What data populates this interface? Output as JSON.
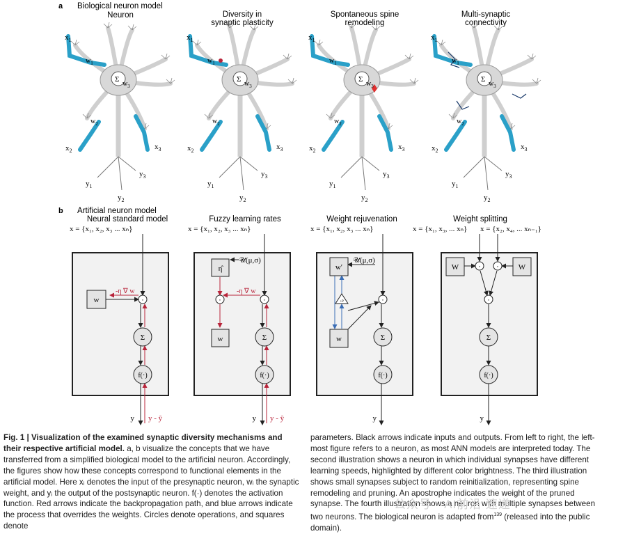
{
  "panel_a": {
    "letter": "a",
    "heading": "Biological neuron model",
    "titles": [
      [
        "Neuron"
      ],
      [
        "Diversity in",
        "synaptic plasticity"
      ],
      [
        "Spontaneous spine",
        "remodeling"
      ],
      [
        "Multi-synaptic",
        "connectivity"
      ]
    ],
    "sum": "Σ",
    "inputs": [
      "x",
      "1",
      "x",
      "2",
      "x",
      "3"
    ],
    "outputs": [
      "y",
      "1",
      "y",
      "2",
      "y",
      "3"
    ],
    "weights": [
      "w",
      "1",
      "w",
      "2",
      "w",
      "3"
    ]
  },
  "panel_b": {
    "letter": "b",
    "heading": "Artificial neuron model",
    "titles": [
      "Neural standard model",
      "Fuzzy learning rates",
      "Weight rejuvenation",
      "Weight splitting"
    ],
    "input_set": "x = {x₁, x₂, x₃ ... xₙ}",
    "input_odd": "x = {x₁, x₃, ... xₙ}",
    "input_even": "x = {x₂, x₄, ... xₙ₋₁}",
    "w": "w",
    "W": "W",
    "w_prime": "w′",
    "eta_hat": "η̂",
    "gradient": "-η ∇ w",
    "uniform": "𝒰(μ,σ)",
    "sum": "Σ",
    "dot": "·",
    "activation": "f(·)",
    "y": "y",
    "error": "y - ŷ",
    "prune": "+P"
  },
  "caption": {
    "title": "Fig. 1 | Visualization of the examined synaptic diversity mechanisms and their respective artificial model.",
    "col1": " a, b visualize the concepts that we have transferred from a simplified biological model to the artificial neuron. Accordingly, the figures show how these concepts correspond to functional elements in the artificial model. Here xᵢ denotes the input of the presynaptic neuron, wᵢ the synaptic weight, and yᵢ the output of the postsynaptic neuron. f(·) denotes the activation function. Red arrows indicate the backpropagation path, and blue arrows indicate the process that overrides the weights. Circles denote operations, and squares denote",
    "col2": "parameters. Black arrows indicate inputs and outputs. From left to right, the left-most figure refers to a neuron, as most ANN models are interpreted today. The second illustration shows a neuron in which individual synapses have different learning speeds, highlighted by different color brightness. The third illustration shows small synapses subject to random reinitialization, representing spine remodeling and pruning. An apostrophe indicates the weight of the pruned synapse. The fourth illustration shows a neuron with multiple synapses between two neurons. The biological neuron is adapted from",
    "ref": "139",
    "col2_tail": " (released into the public domain)."
  },
  "watermark": "公众号 · AI前沿 速递",
  "colors": {
    "backprop": "#b8243a",
    "override": "#3a6db5",
    "axon": "#2aa0c8",
    "soma": "#d8d8d8",
    "box": "#f2f2f2"
  }
}
